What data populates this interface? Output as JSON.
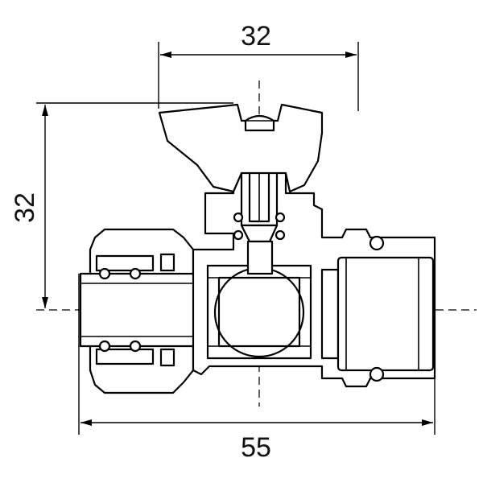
{
  "drawing": {
    "dimensions": {
      "top_width": "32",
      "left_height": "32",
      "bottom_length": "55"
    }
  }
}
